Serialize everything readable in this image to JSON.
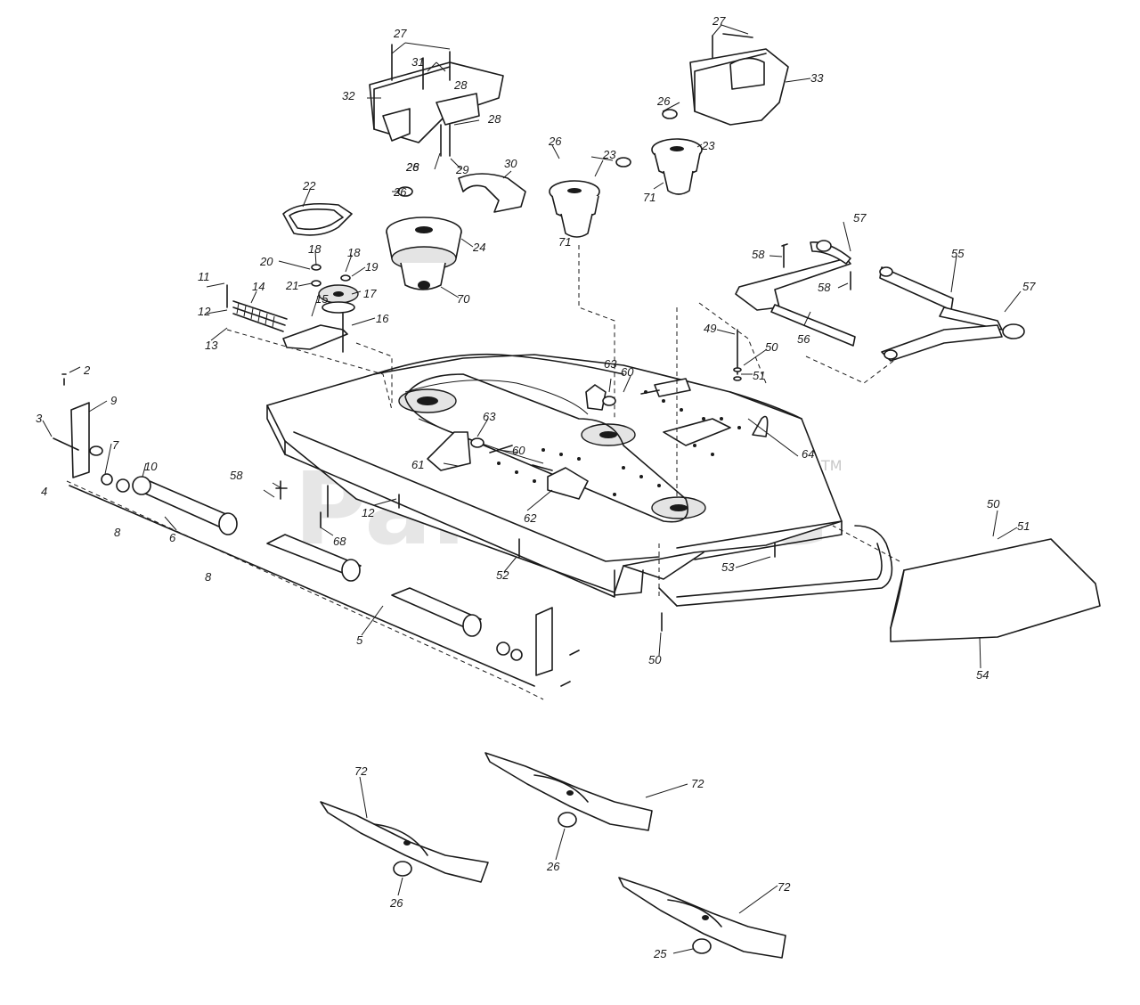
{
  "watermark": {
    "text": "PartsTree",
    "trademark": "TM"
  },
  "callouts": {
    "c2": "2",
    "c3": "3",
    "c4": "4",
    "c5": "5",
    "c6": "6",
    "c7": "7",
    "c8a": "8",
    "c8b": "8",
    "c9": "9",
    "c10": "10",
    "c11": "11",
    "c12a": "12",
    "c12b": "12",
    "c13": "13",
    "c14": "14",
    "c15": "15",
    "c16": "16",
    "c17": "17",
    "c18a": "18",
    "c18b": "18",
    "c19": "19",
    "c20": "20",
    "c21": "21",
    "c22": "22",
    "c23a": "23",
    "c23b": "23",
    "c24": "24",
    "c25": "25",
    "c26a": "26",
    "c26b": "26",
    "c26c": "26",
    "c26d": "26",
    "c26e": "26",
    "c26f": "26",
    "c27a": "27",
    "c27b": "27",
    "c28a": "28",
    "c28b": "28",
    "c28c": "28",
    "c29": "29",
    "c30": "30",
    "c31": "31",
    "c32": "32",
    "c33": "33",
    "c49": "49",
    "c50a": "50",
    "c50b": "50",
    "c50c": "50",
    "c51a": "51",
    "c51b": "51",
    "c52": "52",
    "c53": "53",
    "c54": "54",
    "c55": "55",
    "c56": "56",
    "c57a": "57",
    "c57b": "57",
    "c58a": "58",
    "c58b": "58",
    "c58c": "58",
    "c60a": "60",
    "c60b": "60",
    "c61": "61",
    "c62": "62",
    "c63a": "63",
    "c63b": "63",
    "c64": "64",
    "c68": "68",
    "c70": "70",
    "c71a": "71",
    "c71b": "71",
    "c72a": "72",
    "c72b": "72",
    "c72c": "72"
  }
}
